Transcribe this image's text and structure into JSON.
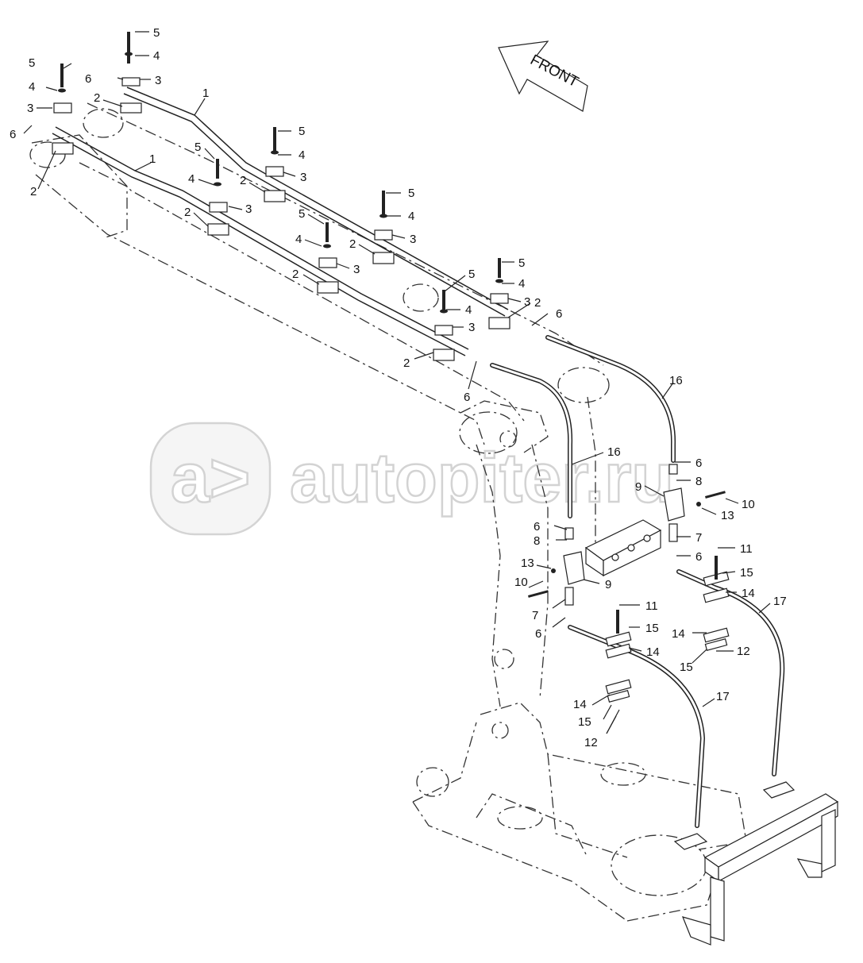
{
  "direction_label": "FRONT",
  "watermark": {
    "text": "autopiter.ru",
    "logo_glyph": "a>"
  },
  "callouts": [
    {
      "id": "c1",
      "text": "5"
    },
    {
      "id": "c2",
      "text": "4"
    },
    {
      "id": "c3",
      "text": "6"
    },
    {
      "id": "c4",
      "text": "3"
    },
    {
      "id": "c5",
      "text": "5"
    },
    {
      "id": "c6",
      "text": "4"
    },
    {
      "id": "c7",
      "text": "3"
    },
    {
      "id": "c8",
      "text": "2"
    },
    {
      "id": "c9",
      "text": "1"
    },
    {
      "id": "c10",
      "text": "6"
    },
    {
      "id": "c11",
      "text": "1"
    },
    {
      "id": "c12",
      "text": "2"
    },
    {
      "id": "c13",
      "text": "5"
    },
    {
      "id": "c14",
      "text": "4"
    },
    {
      "id": "c15",
      "text": "3"
    },
    {
      "id": "c16",
      "text": "2"
    },
    {
      "id": "c17",
      "text": "5"
    },
    {
      "id": "c18",
      "text": "4"
    },
    {
      "id": "c19",
      "text": "3"
    },
    {
      "id": "c20",
      "text": "2"
    },
    {
      "id": "c21",
      "text": "5"
    },
    {
      "id": "c22",
      "text": "4"
    },
    {
      "id": "c23",
      "text": "3"
    },
    {
      "id": "c24",
      "text": "2"
    },
    {
      "id": "c25",
      "text": "5"
    },
    {
      "id": "c26",
      "text": "4"
    },
    {
      "id": "c27",
      "text": "3"
    },
    {
      "id": "c28",
      "text": "2"
    },
    {
      "id": "c29",
      "text": "5"
    },
    {
      "id": "c30",
      "text": "4"
    },
    {
      "id": "c31",
      "text": "3"
    },
    {
      "id": "c32",
      "text": "2"
    },
    {
      "id": "c33",
      "text": "6"
    },
    {
      "id": "c34",
      "text": "5"
    },
    {
      "id": "c35",
      "text": "4"
    },
    {
      "id": "c36",
      "text": "3"
    },
    {
      "id": "c37",
      "text": "2"
    },
    {
      "id": "c38",
      "text": "6"
    },
    {
      "id": "c39",
      "text": "16"
    },
    {
      "id": "c40",
      "text": "16"
    },
    {
      "id": "c41",
      "text": "6"
    },
    {
      "id": "c42",
      "text": "8"
    },
    {
      "id": "c43",
      "text": "9"
    },
    {
      "id": "c44",
      "text": "10"
    },
    {
      "id": "c45",
      "text": "13"
    },
    {
      "id": "c46",
      "text": "7"
    },
    {
      "id": "c47",
      "text": "6"
    },
    {
      "id": "c48",
      "text": "11"
    },
    {
      "id": "c49",
      "text": "15"
    },
    {
      "id": "c50",
      "text": "14"
    },
    {
      "id": "c51",
      "text": "17"
    },
    {
      "id": "c52",
      "text": "14"
    },
    {
      "id": "c53",
      "text": "12"
    },
    {
      "id": "c54",
      "text": "15"
    },
    {
      "id": "c55",
      "text": "6"
    },
    {
      "id": "c56",
      "text": "8"
    },
    {
      "id": "c57",
      "text": "13"
    },
    {
      "id": "c58",
      "text": "9"
    },
    {
      "id": "c59",
      "text": "10"
    },
    {
      "id": "c60",
      "text": "7"
    },
    {
      "id": "c61",
      "text": "6"
    },
    {
      "id": "c62",
      "text": "11"
    },
    {
      "id": "c63",
      "text": "15"
    },
    {
      "id": "c64",
      "text": "14"
    },
    {
      "id": "c65",
      "text": "14"
    },
    {
      "id": "c66",
      "text": "15"
    },
    {
      "id": "c67",
      "text": "12"
    },
    {
      "id": "c68",
      "text": "17"
    }
  ]
}
